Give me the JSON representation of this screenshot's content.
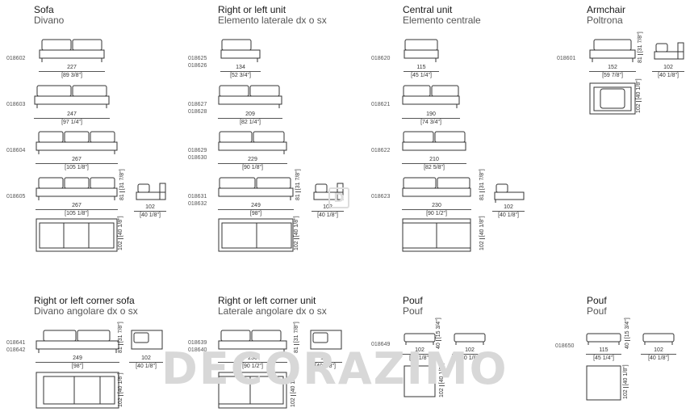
{
  "sections": [
    {
      "title": "Sofa",
      "subtitle": "Divano"
    },
    {
      "title": "Right or left unit",
      "subtitle": "Elemento laterale dx o sx"
    },
    {
      "title": "Central unit",
      "subtitle": "Elemento centrale"
    },
    {
      "title": "Armchair",
      "subtitle": "Poltrona"
    },
    {
      "title": "Right or left corner sofa",
      "subtitle": "Divano angolare dx o sx"
    },
    {
      "title": "Right or left corner unit",
      "subtitle": "Laterale angolare dx o sx"
    },
    {
      "title": "Pouf",
      "subtitle": "Pouf"
    },
    {
      "title": "Pouf",
      "subtitle": "Pouf"
    }
  ],
  "sofa": [
    {
      "code": "018602",
      "w": "227",
      "win": "[89 3/8\"]"
    },
    {
      "code": "018603",
      "w": "247",
      "win": "[97 1/4\"]"
    },
    {
      "code": "018604",
      "w": "267",
      "win": "[105 1/8\"]"
    },
    {
      "code": "018605",
      "w": "267",
      "win": "[105 1/8\"]"
    }
  ],
  "unit": [
    {
      "code": "018625",
      "code2": "018626",
      "w": "134",
      "win": "[52 3/4\"]"
    },
    {
      "code": "018627",
      "code2": "018628",
      "w": "209",
      "win": "[82 1/4\"]"
    },
    {
      "code": "018629",
      "code2": "018630",
      "w": "229",
      "win": "[90 1/8\"]"
    },
    {
      "code": "018631",
      "code2": "018632",
      "w": "249",
      "win": "[98\"]"
    }
  ],
  "central": [
    {
      "code": "018620",
      "w": "115",
      "win": "[45 1/4\"]"
    },
    {
      "code": "018621",
      "w": "190",
      "win": "[74 3/4\"]"
    },
    {
      "code": "018622",
      "w": "210",
      "win": "[82 5/8\"]"
    },
    {
      "code": "018623",
      "w": "230",
      "win": "[90 1/2\"]"
    }
  ],
  "armchair": {
    "code": "018601",
    "w": "152",
    "win": "[59 7/8\"]"
  },
  "corner_sofa": {
    "code": "018641",
    "code2": "018642",
    "w": "249",
    "win": "[98\"]"
  },
  "corner_unit": {
    "code": "018639",
    "code2": "018640",
    "w": "230",
    "win": "[90 1/2\"]"
  },
  "pouf1": {
    "code": "018649"
  },
  "pouf2": {
    "code": "018650",
    "w": "115",
    "win": "[45 1/4\"]"
  },
  "common": {
    "h": "81",
    "hin": "[31 7/8\"]",
    "d": "102",
    "din": "[40 1/8\"]",
    "ph": "40",
    "phin": "[15 3/4\"]"
  },
  "watermark": "DECORAZIMO"
}
